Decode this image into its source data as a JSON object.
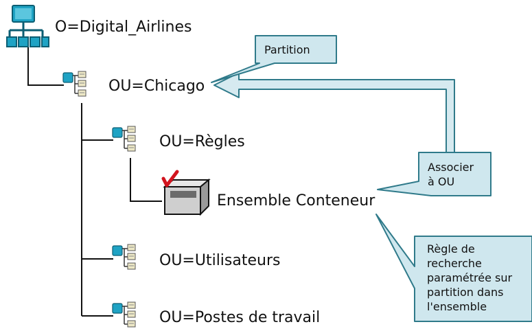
{
  "tree": {
    "root": {
      "label": "O=Digital_Airlines",
      "icon": "organization-tree-icon"
    },
    "nodes": [
      {
        "id": "chicago",
        "label": "OU=Chicago",
        "icon": "organizational-unit-icon"
      },
      {
        "id": "regles",
        "label": "OU=Règles",
        "icon": "organizational-unit-icon"
      },
      {
        "id": "container",
        "label": "Ensemble Conteneur",
        "icon": "container-set-icon"
      },
      {
        "id": "utilisateurs",
        "label": "OU=Utilisateurs",
        "icon": "organizational-unit-icon"
      },
      {
        "id": "postes",
        "label": "OU=Postes de travail",
        "icon": "organizational-unit-icon"
      }
    ]
  },
  "callouts": {
    "partition": [
      "Partition"
    ],
    "associer": [
      "Associer",
      "à OU"
    ],
    "regle": [
      "Règle de",
      "recherche",
      "paramétrée sur",
      "partition dans",
      "l'ensemble"
    ]
  },
  "colors": {
    "callout_fill": "#cfe7ee",
    "callout_stroke": "#2f7a8a",
    "arrow_fill": "#d6eaf0",
    "icon_teal": "#1fa3c4",
    "icon_box": "#ede8c6",
    "check_red": "#d2141e"
  }
}
